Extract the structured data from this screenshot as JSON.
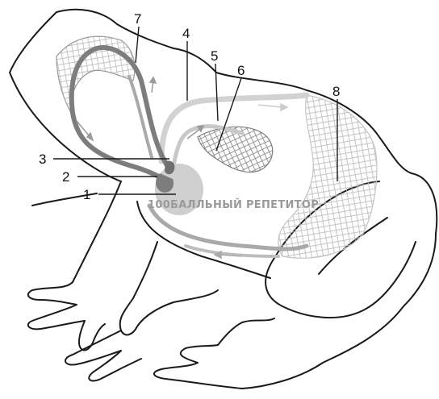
{
  "diagram": {
    "labels": [
      "1",
      "2",
      "3",
      "4",
      "5",
      "6",
      "7",
      "8"
    ],
    "watermark": "100БАЛЛЬНЫЙ РЕПЕТИТОР"
  },
  "colors": {
    "outline": "#1a1a1a",
    "dark_vessel": "#7d7d7d",
    "medium_vessel": "#a9a9a9",
    "light_vessel": "#d2d2d2",
    "heart": "#cfcfcf",
    "capillary": "#bdbdbd",
    "background": "#ffffff"
  }
}
